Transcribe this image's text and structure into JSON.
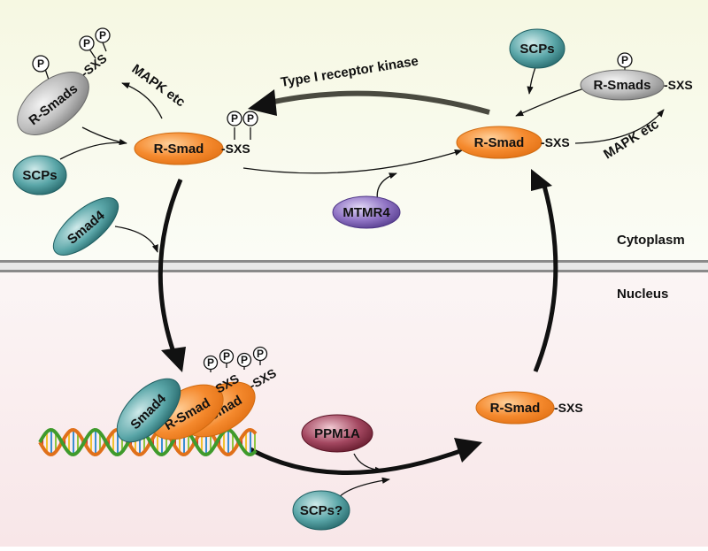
{
  "regions": {
    "cytoplasm": "Cytoplasm",
    "nucleus": "Nucleus"
  },
  "labels": {
    "type1_kinase": "Type I receptor kinase",
    "mapk_left": "MAPK etc",
    "mapk_right": "MAPK etc",
    "phospho": "P"
  },
  "molecules": {
    "r_smads_left": "R-Smads",
    "r_smads_right": "R-Smads",
    "r_smad_center": "R-Smad",
    "r_smad_right": "R-Smad",
    "r_smad_nucleus": "R-Smad",
    "r_smad_dna_1": "R-Smad",
    "r_smad_dna_2": "R-Smad",
    "smad4_cyto": "Smad4",
    "smad4_dna": "Smad4",
    "scps_left": "SCPs",
    "scps_top": "SCPs",
    "scps_nucleus": "SCPs?",
    "mtmr4": "MTMR4",
    "ppm1a": "PPM1A"
  },
  "sites": {
    "sxs": "-SXS",
    "sxs_plain": "SXS"
  },
  "colors": {
    "orange": "#f58a2e",
    "teal": "#2e8a8a",
    "gray": "#a9a9a9",
    "purple": "#7b5fb3",
    "maroon": "#8e2f45"
  }
}
